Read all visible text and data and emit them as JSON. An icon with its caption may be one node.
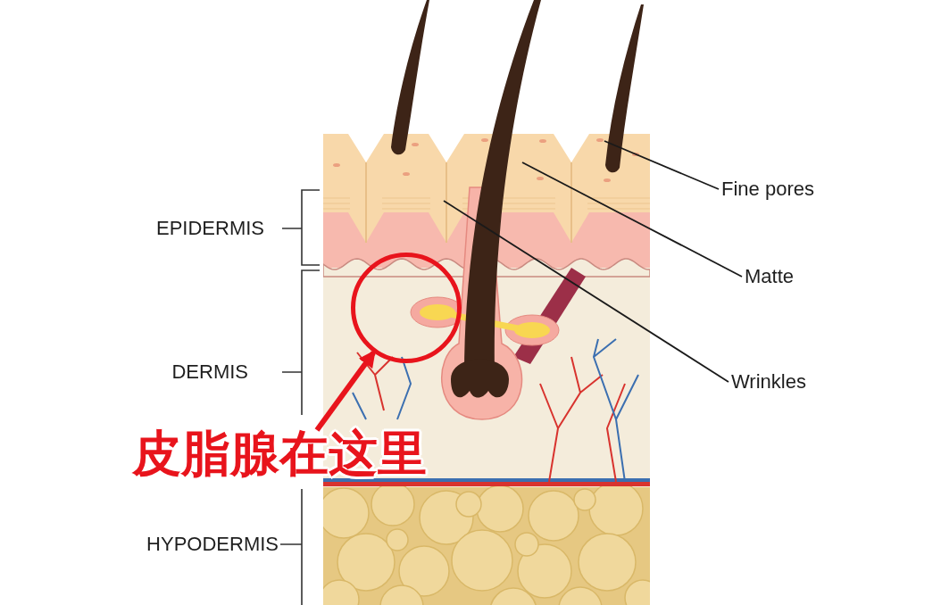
{
  "diagram": {
    "nodes": [
      {
        "text": [
          "Fine pores"
        ]
      },
      {
        "text": [
          "Matte"
        ]
      },
      {
        "text": [
          "Wrinkles"
        ]
      },
      {
        "text": [
          "皮脂腺在这里"
        ]
      },
      {
        "text": [],
        "shape": "circle"
      }
    ],
    "edges": [
      {
        "from": 0,
        "to": null,
        "arrow": "none"
      },
      {
        "from": 1,
        "to": null,
        "arrow": "none"
      },
      {
        "from": 2,
        "to": null,
        "arrow": "none"
      },
      {
        "from": 3,
        "to": 4,
        "arrow": "to",
        "style": "thick",
        "color": "#e8141c"
      }
    ],
    "labels": [
      "EPIDERMIS",
      "DERMIS",
      "HYPODERMIS"
    ]
  }
}
